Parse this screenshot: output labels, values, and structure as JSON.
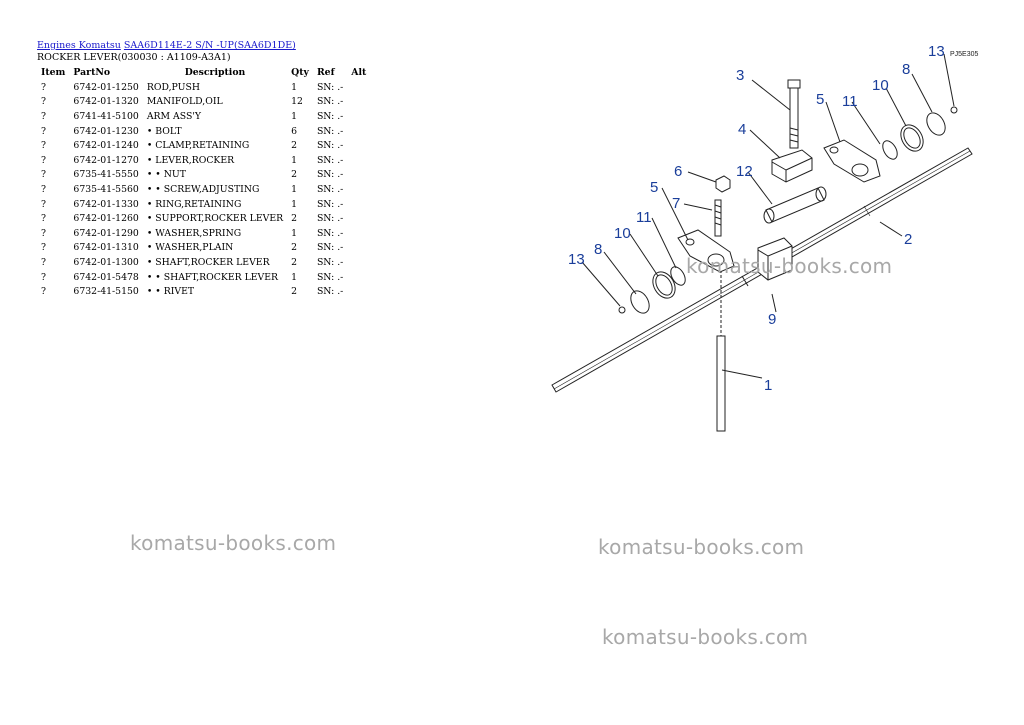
{
  "breadcrumb": {
    "link1": "Engines Komatsu",
    "link2": "SAA6D114E-2 S/N -UP(SAA6D1DE)"
  },
  "subtitle": "ROCKER LEVER(030030 : A1109-A3A1)",
  "table": {
    "headers": {
      "item": "Item",
      "partno": "PartNo",
      "description": "Description",
      "qty": "Qty",
      "ref": "Ref",
      "alt": "Alt"
    },
    "rows": [
      {
        "item": "?",
        "partno": "6742-01-1250",
        "description": "ROD,PUSH",
        "qty": "1",
        "ref": "SN: .-"
      },
      {
        "item": "?",
        "partno": "6742-01-1320",
        "description": "MANIFOLD,OIL",
        "qty": "12",
        "ref": "SN: .-"
      },
      {
        "item": "?",
        "partno": "6741-41-5100",
        "description": "ARM ASS'Y",
        "qty": "1",
        "ref": "SN: .-"
      },
      {
        "item": "?",
        "partno": "6742-01-1230",
        "description": "• BOLT",
        "qty": "6",
        "ref": "SN: .-"
      },
      {
        "item": "?",
        "partno": "6742-01-1240",
        "description": "• CLAMP,RETAINING",
        "qty": "2",
        "ref": "SN: .-"
      },
      {
        "item": "?",
        "partno": "6742-01-1270",
        "description": "• LEVER,ROCKER",
        "qty": "1",
        "ref": "SN: .-"
      },
      {
        "item": "?",
        "partno": "6735-41-5550",
        "description": "• • NUT",
        "qty": "2",
        "ref": "SN: .-"
      },
      {
        "item": "?",
        "partno": "6735-41-5560",
        "description": "• • SCREW,ADJUSTING",
        "qty": "1",
        "ref": "SN: .-"
      },
      {
        "item": "?",
        "partno": "6742-01-1330",
        "description": "• RING,RETAINING",
        "qty": "1",
        "ref": "SN: .-"
      },
      {
        "item": "?",
        "partno": "6742-01-1260",
        "description": "• SUPPORT,ROCKER LEVER",
        "qty": "2",
        "ref": "SN: .-"
      },
      {
        "item": "?",
        "partno": "6742-01-1290",
        "description": "• WASHER,SPRING",
        "qty": "1",
        "ref": "SN: .-"
      },
      {
        "item": "?",
        "partno": "6742-01-1310",
        "description": "• WASHER,PLAIN",
        "qty": "2",
        "ref": "SN: .-"
      },
      {
        "item": "?",
        "partno": "6742-01-1300",
        "description": "• SHAFT,ROCKER LEVER",
        "qty": "2",
        "ref": "SN: .-"
      },
      {
        "item": "?",
        "partno": "6742-01-5478",
        "description": "• • SHAFT,ROCKER LEVER",
        "qty": "1",
        "ref": "SN: .-"
      },
      {
        "item": "?",
        "partno": "6732-41-5150",
        "description": "• • RIVET",
        "qty": "2",
        "ref": "SN: .-"
      }
    ]
  },
  "diagram": {
    "code": "PJ5E305",
    "callouts": {
      "c1": "1",
      "c2": "2",
      "c3": "3",
      "c4": "4",
      "c5a": "5",
      "c5b": "5",
      "c6": "6",
      "c7": "7",
      "c8a": "8",
      "c8b": "8",
      "c9": "9",
      "c10a": "10",
      "c10b": "10",
      "c11a": "11",
      "c11b": "11",
      "c12": "12",
      "c13a": "13",
      "c13b": "13"
    },
    "label_color": "#1a3e9a"
  },
  "watermarks": {
    "w1": "komatsu-books.com",
    "w2": "komatsu-books.com",
    "w3": "komatsu-books.com",
    "w4": "komatsu-books.com"
  }
}
